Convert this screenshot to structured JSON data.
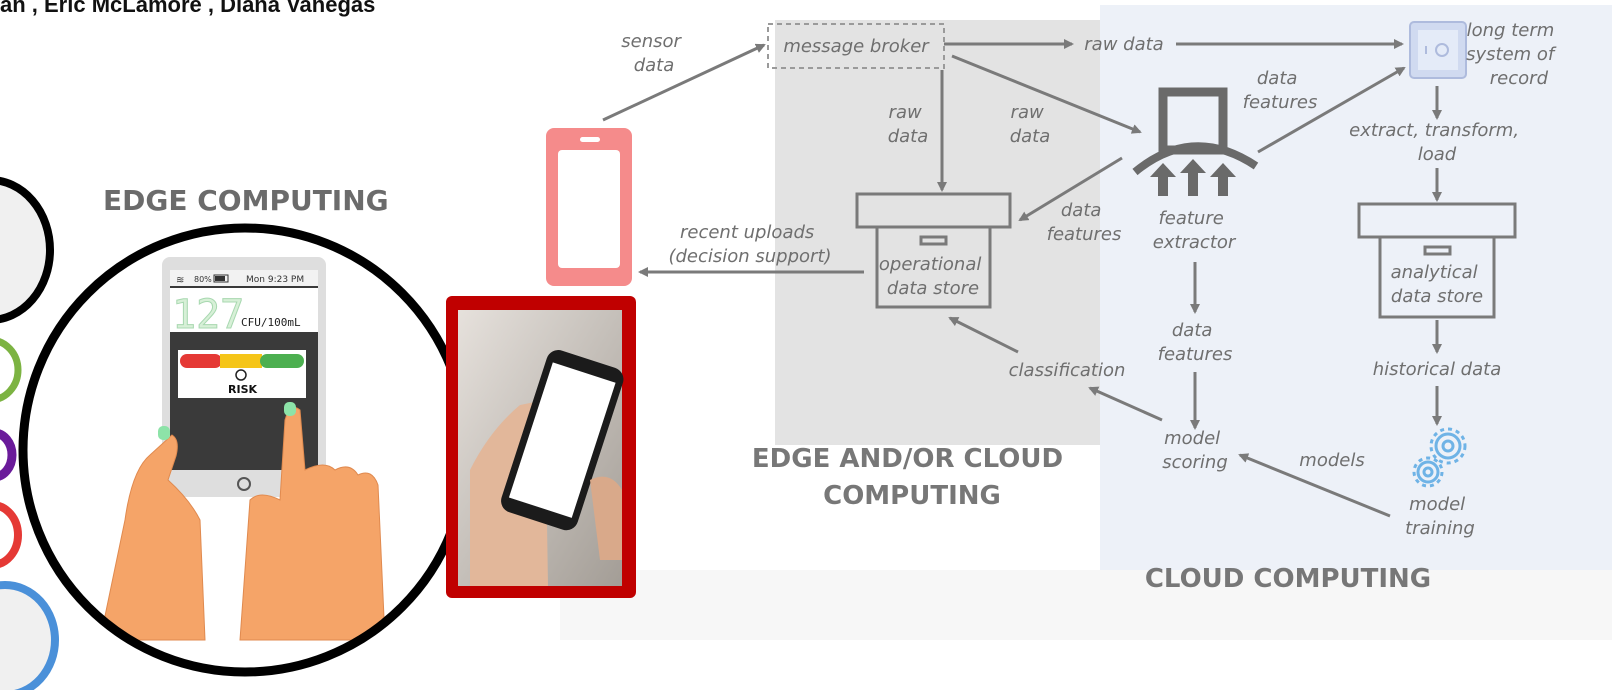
{
  "authors": {
    "line": "an   , Eric McLamore    , Diana Vanegas"
  },
  "edge_computing": {
    "title": "EDGE COMPUTING",
    "tablet": {
      "status_battery": "80%",
      "status_time": "Mon 9:23 PM",
      "reading_value": "127",
      "reading_unit": "CFU/100mL",
      "risk_label": "RISK"
    }
  },
  "diagram": {
    "labels": {
      "sensor_data": [
        "sensor",
        "data"
      ],
      "message_broker": "message broker",
      "raw_data_top": "raw data",
      "raw_data_left": [
        "raw",
        "data"
      ],
      "raw_data_mid": [
        "raw",
        "data"
      ],
      "data_features_top": [
        "data",
        "features"
      ],
      "long_term": [
        "long term",
        "system of",
        "record"
      ],
      "etl": [
        "extract, transform,",
        "load"
      ],
      "recent_uploads": [
        "recent uploads",
        "(decision support)"
      ],
      "operational_store": [
        "operational",
        "data store"
      ],
      "data_features_left": [
        "data",
        "features"
      ],
      "feature_extractor": [
        "feature",
        "extractor"
      ],
      "analytical_store": [
        "analytical",
        "data store"
      ],
      "data_features_down": [
        "data",
        "features"
      ],
      "classification": "classification",
      "historical_data": "historical data",
      "model_scoring": [
        "model",
        "scoring"
      ],
      "models": "models",
      "model_training": [
        "model",
        "training"
      ]
    },
    "sections": {
      "edge_cloud": [
        "EDGE AND/OR CLOUD",
        "COMPUTING"
      ],
      "cloud": "CLOUD COMPUTING"
    }
  },
  "colors": {
    "edge_cloud_bg": "#e3e3e3",
    "cloud_bg": "#edf1f8",
    "phone_pink": "#f58b8b",
    "frame_red": "#c00000",
    "arrow_gray": "#7a7a7a",
    "gauge_red": "#e53935",
    "gauge_yellow": "#f5c518",
    "gauge_green": "#4caf50"
  }
}
